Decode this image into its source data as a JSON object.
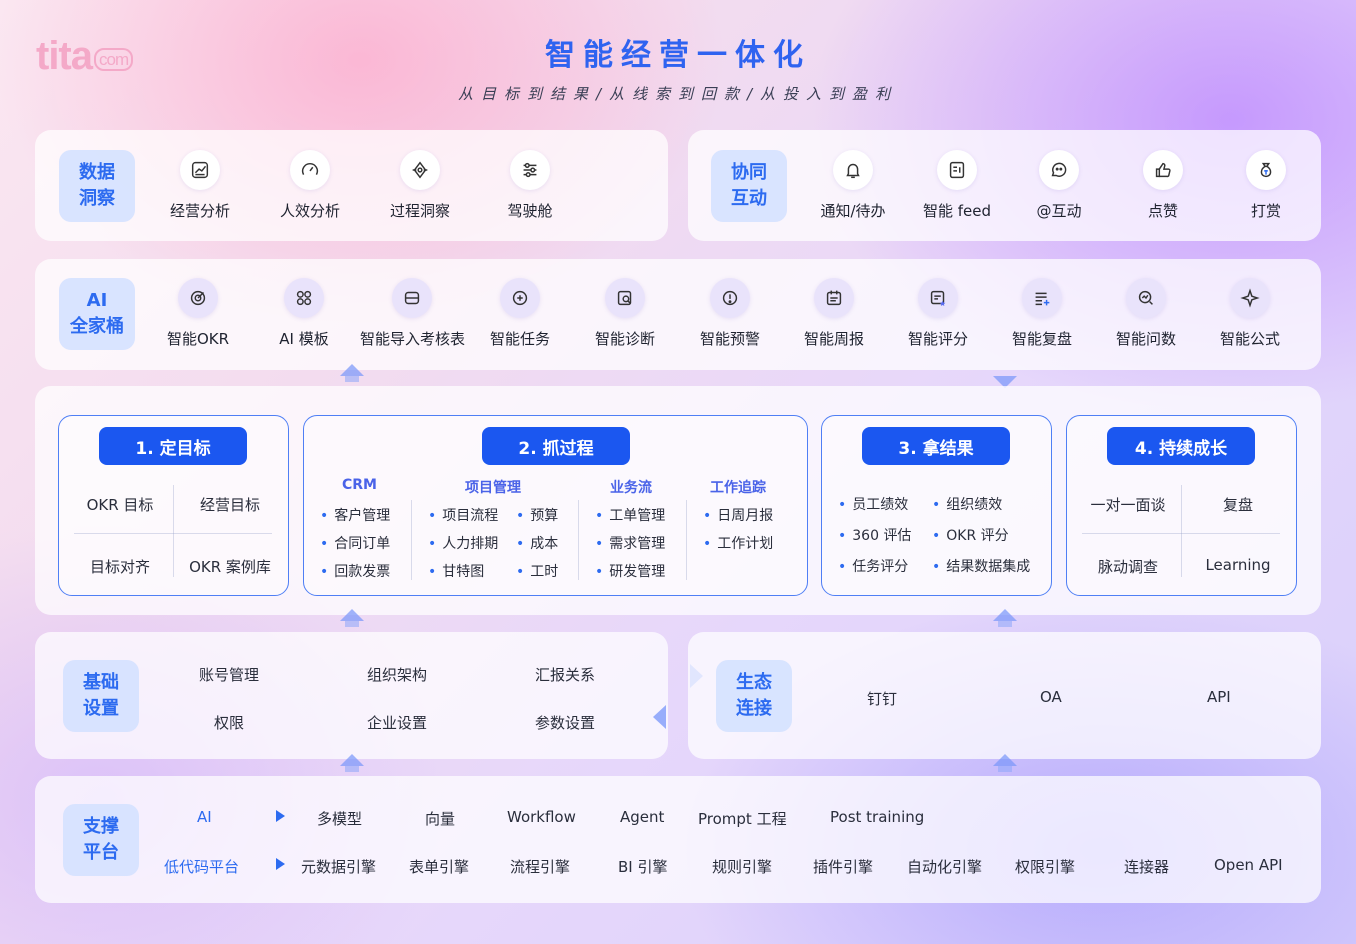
{
  "brand": {
    "logo_main": "tita",
    "logo_domain": "com"
  },
  "header": {
    "title": "智能经营一体化",
    "subtitle": "从目标到结果/从线索到回款/从投入到盈利"
  },
  "data_insight": {
    "tag": "数据\n洞察",
    "items": [
      {
        "label": "经营分析",
        "icon": "chart-icon"
      },
      {
        "label": "人效分析",
        "icon": "gauge-icon"
      },
      {
        "label": "过程洞察",
        "icon": "flow-icon"
      },
      {
        "label": "驾驶舱",
        "icon": "sliders-icon"
      }
    ]
  },
  "collab": {
    "tag": "协同\n互动",
    "items": [
      {
        "label": "通知/待办",
        "icon": "bell-icon"
      },
      {
        "label": "智能 feed",
        "icon": "feed-icon"
      },
      {
        "label": "@互动",
        "icon": "chat-icon"
      },
      {
        "label": "点赞",
        "icon": "thumb-icon"
      },
      {
        "label": "打赏",
        "icon": "money-bag-icon"
      }
    ]
  },
  "ai_suite": {
    "tag": "AI\n全家桶",
    "items": [
      {
        "label": "智能OKR"
      },
      {
        "label": "AI 模板"
      },
      {
        "label": "智能导入考核表"
      },
      {
        "label": "智能任务"
      },
      {
        "label": "智能诊断"
      },
      {
        "label": "智能预警"
      },
      {
        "label": "智能周报"
      },
      {
        "label": "智能评分"
      },
      {
        "label": "智能复盘"
      },
      {
        "label": "智能问数"
      },
      {
        "label": "智能公式"
      }
    ]
  },
  "stages": {
    "s1": {
      "title": "1. 定目标",
      "cells": [
        "OKR 目标",
        "经营目标",
        "目标对齐",
        "OKR 案例库"
      ]
    },
    "s2": {
      "title": "2. 抓过程",
      "groups": [
        {
          "head": "CRM",
          "items": [
            "客户管理",
            "合同订单",
            "回款发票"
          ]
        },
        {
          "head": "项目管理",
          "items": [
            "项目流程",
            "人力排期",
            "甘特图"
          ],
          "items2": [
            "预算",
            "成本",
            "工时"
          ]
        },
        {
          "head": "业务流",
          "items": [
            "工单管理",
            "需求管理",
            "研发管理"
          ]
        },
        {
          "head": "工作追踪",
          "items": [
            "日周月报",
            "工作计划"
          ]
        }
      ]
    },
    "s3": {
      "title": "3. 拿结果",
      "col1": [
        "员工绩效",
        "360 评估",
        "任务评分"
      ],
      "col2": [
        "组织绩效",
        "OKR 评分",
        "结果数据集成"
      ]
    },
    "s4": {
      "title": "4. 持续成长",
      "cells": [
        "一对一面谈",
        "复盘",
        "脉动调查",
        "Learning"
      ]
    }
  },
  "basic": {
    "tag": "基础\n设置",
    "row1": [
      "账号管理",
      "组织架构",
      "汇报关系"
    ],
    "row2": [
      "权限",
      "企业设置",
      "参数设置"
    ]
  },
  "eco": {
    "tag": "生态\n连接",
    "items": [
      "钉钉",
      "OA",
      "API"
    ]
  },
  "support": {
    "tag": "支撑\n平台",
    "row1_head": "AI",
    "row1": [
      "多模型",
      "向量",
      "Workflow",
      "Agent",
      "Prompt 工程",
      "Post training"
    ],
    "row2_head": "低代码平台",
    "row2": [
      "元数据引擎",
      "表单引擎",
      "流程引擎",
      "BI 引擎",
      "规则引擎",
      "插件引擎",
      "自动化引擎",
      "权限引擎",
      "连接器",
      "Open API"
    ]
  }
}
